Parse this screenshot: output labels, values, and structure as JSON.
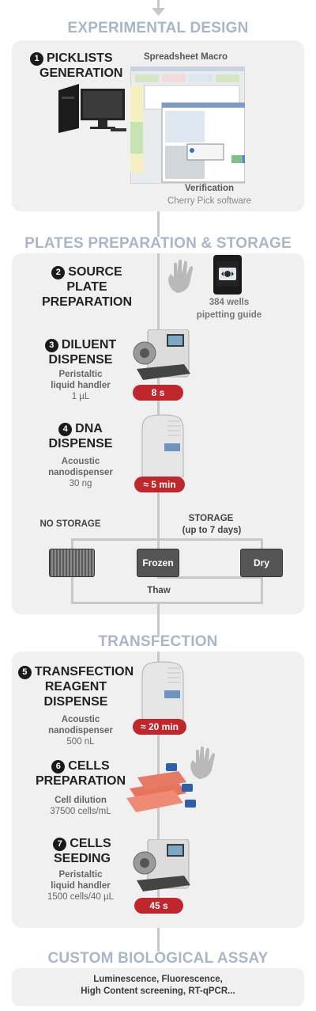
{
  "sections": {
    "design": "EXPERIMENTAL DESIGN",
    "plates": "PLATES PREPARATION & STORAGE",
    "transfection": "TRANSFECTION",
    "assay": "CUSTOM BIOLOGICAL ASSAY"
  },
  "step1": {
    "num": "1",
    "title_line1": "PICKLISTS",
    "title_line2": "GENERATION",
    "macro_label": "Spreadsheet Macro",
    "verification": "Verification",
    "software": "Cherry Pick software"
  },
  "step2": {
    "num": "2",
    "title_line1": "SOURCE",
    "title_line2": "PLATE",
    "title_line3": "PREPARATION",
    "guide_line1": "384 wells",
    "guide_line2": "pipetting guide"
  },
  "step3": {
    "num": "3",
    "title_line1": "DILUENT",
    "title_line2": "DISPENSE",
    "sub1": "Peristaltic",
    "sub2": "liquid handler",
    "sub3": "1 µL",
    "time": "8 s"
  },
  "step4": {
    "num": "4",
    "title_line1": "DNA",
    "title_line2": "DISPENSE",
    "sub1": "Acoustic",
    "sub2": "nanodispenser",
    "sub3": "30 ng",
    "time": "≈ 5 min"
  },
  "storage": {
    "no_storage": "NO STORAGE",
    "storage": "STORAGE",
    "storage_detail": "(up to 7 days)",
    "frozen": "Frozen",
    "dry": "Dry",
    "thaw": "Thaw"
  },
  "step5": {
    "num": "5",
    "title_line1": "TRANSFECTION",
    "title_line2": "REAGENT",
    "title_line3": "DISPENSE",
    "sub1": "Acoustic",
    "sub2": "nanodispenser",
    "sub3": "500 nL",
    "time": "≈ 20 min"
  },
  "step6": {
    "num": "6",
    "title_line1": "CELLS",
    "title_line2": "PREPARATION",
    "sub1": "Cell dilution",
    "sub2": "37500 cells/mL"
  },
  "step7": {
    "num": "7",
    "title_line1": "CELLS",
    "title_line2": "SEEDING",
    "sub1": "Peristaltic",
    "sub2": "liquid handler",
    "sub3": "1500 cells/40 µL",
    "time": "45 s"
  },
  "assay": {
    "line1": "Luminescence, Fluorescence,",
    "line2": "High Content screening, RT-qPCR..."
  },
  "colors": {
    "section_title": "#a9b6c8",
    "panel": "#f0f0f0",
    "badge": "#c0272d",
    "connector": "#c8c8c8"
  }
}
